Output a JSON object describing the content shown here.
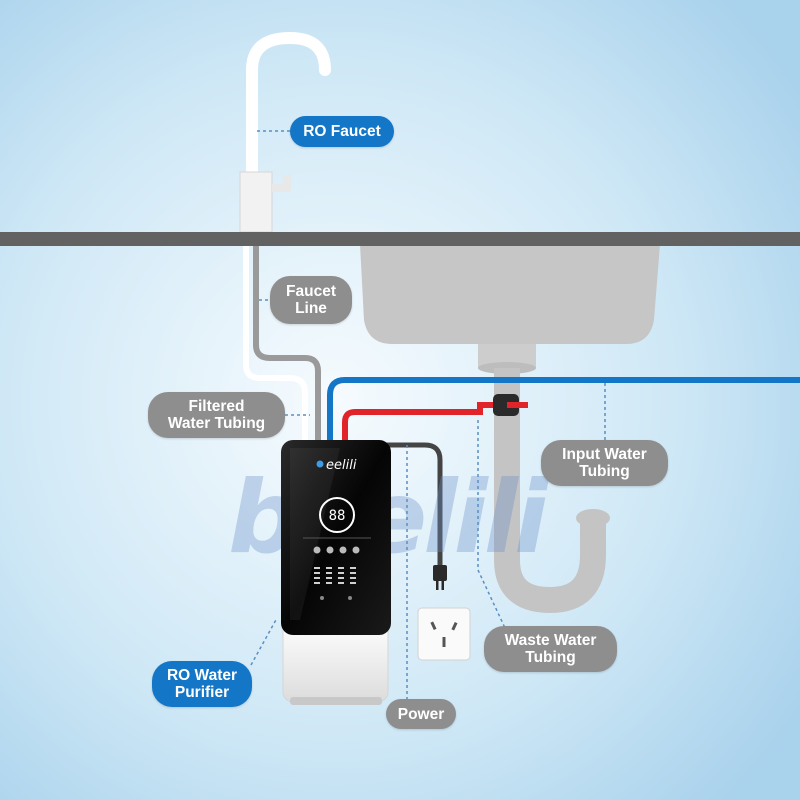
{
  "brand": {
    "name": "eelili",
    "watermark": "beelili"
  },
  "device": {
    "display_value": "88"
  },
  "labels": {
    "ro_faucet": "RO Faucet",
    "faucet_line": [
      "Faucet",
      "Line"
    ],
    "filtered_water_tubing": [
      "Filtered",
      "Water Tubing"
    ],
    "input_water_tubing": [
      "Input Water",
      "Tubing"
    ],
    "waste_water_tubing": [
      "Waste Water",
      "Tubing"
    ],
    "ro_water_purifier": [
      "RO Water",
      "Purifier"
    ],
    "power": "Power"
  },
  "colors": {
    "background": "#d6ecf7",
    "counter": "#626262",
    "input_tube": "#1476c6",
    "waste_tube": "#e0242a",
    "power_cord": "#444444",
    "label_blue": "#1476c6",
    "label_gray": "#8e8e8e"
  }
}
